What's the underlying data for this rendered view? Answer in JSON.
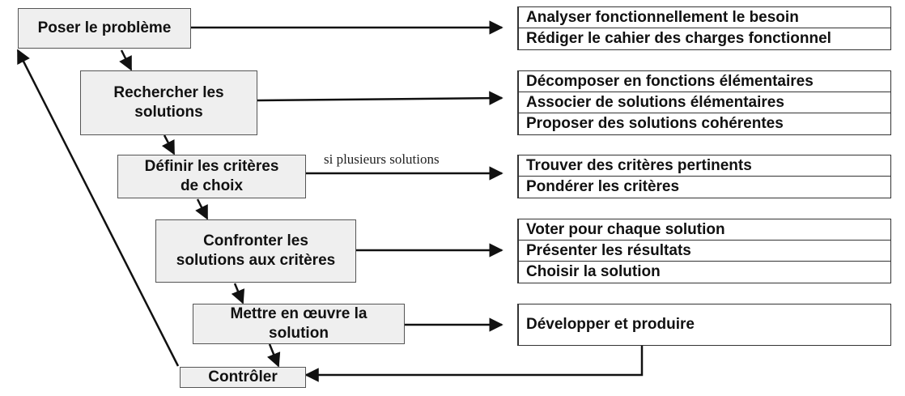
{
  "steps": {
    "s1": "Poser le problème",
    "s2a": "Rechercher les",
    "s2b": "solutions",
    "s3a": "Définir les critères",
    "s3b": "de choix",
    "s4a": "Confronter les",
    "s4b": "solutions aux critères",
    "s5a": "Mettre en œuvre la",
    "s5b": "solution",
    "s6": "Contrôler"
  },
  "actions": {
    "a1": [
      "Analyser fonctionnellement le besoin",
      "Rédiger le cahier des charges fonctionnel"
    ],
    "a2": [
      "Décomposer en fonctions élémentaires",
      "Associer de solutions élémentaires",
      "Proposer des solutions cohérentes"
    ],
    "a3": [
      "Trouver des critères pertinents",
      "Pondérer les critères"
    ],
    "a4": [
      "Voter pour chaque solution",
      "Présenter les résultats",
      "Choisir la solution"
    ],
    "a5": [
      "Développer et produire"
    ]
  },
  "note": "si plusieurs solutions"
}
